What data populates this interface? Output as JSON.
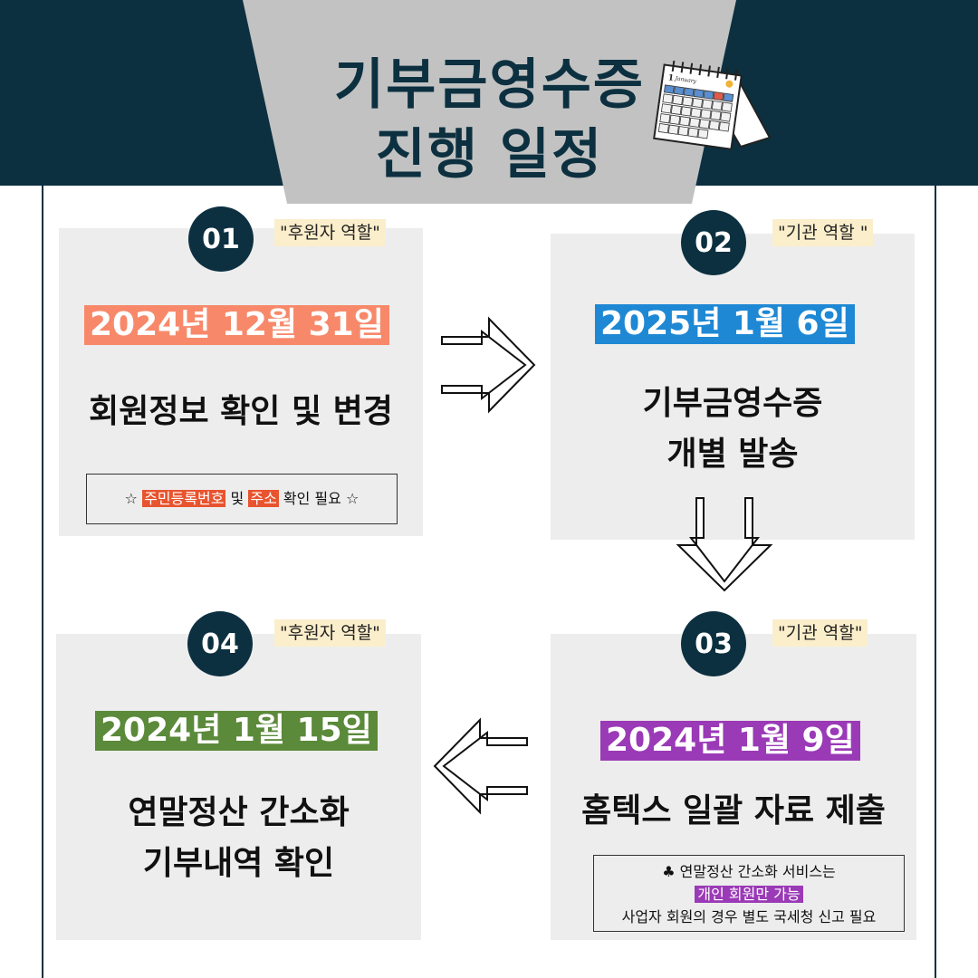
{
  "header": {
    "title_line1": "기부금영수증",
    "title_line2": "진행 일정"
  },
  "steps": [
    {
      "number": "01",
      "role": "\"후원자 역할\"",
      "date": "2024년 12월 31일",
      "date_color": "#f7896a",
      "heading_line1": "회원정보 확인 및 변경",
      "heading_line2": "",
      "note": {
        "prefix": "☆",
        "hl1": "주민등록번호",
        "mid": "및",
        "hl2": "주소",
        "suffix": "확인 필요 ☆"
      }
    },
    {
      "number": "02",
      "role": "\"기관 역할 \"",
      "date": "2025년 1월 6일",
      "date_color": "#1e88d4",
      "heading_line1": "기부금영수증",
      "heading_line2": "개별 발송"
    },
    {
      "number": "03",
      "role": "\"기관 역할\"",
      "date": "2024년 1월 9일",
      "date_color": "#9a3ab6",
      "heading_line1": "홈텍스 일괄 자료 제출",
      "heading_line2": "",
      "note": {
        "line1": "♣ 연말정산 간소화 서비스는",
        "line2": "개인 회원만 가능",
        "line3": "사업자 회원의 경우 별도 국세청 신고 필요"
      }
    },
    {
      "number": "04",
      "role": "\"후원자 역할\"",
      "date": "2024년 1월 15일",
      "date_color": "#5b8a3a",
      "heading_line1": "연말정산 간소화",
      "heading_line2": "기부내역 확인"
    }
  ],
  "colors": {
    "navy": "#0c3040",
    "card_bg": "#ededed",
    "role_bg": "#fbeecb",
    "highlight_red": "#e8542e"
  },
  "calendar": {
    "month_label": "January"
  }
}
